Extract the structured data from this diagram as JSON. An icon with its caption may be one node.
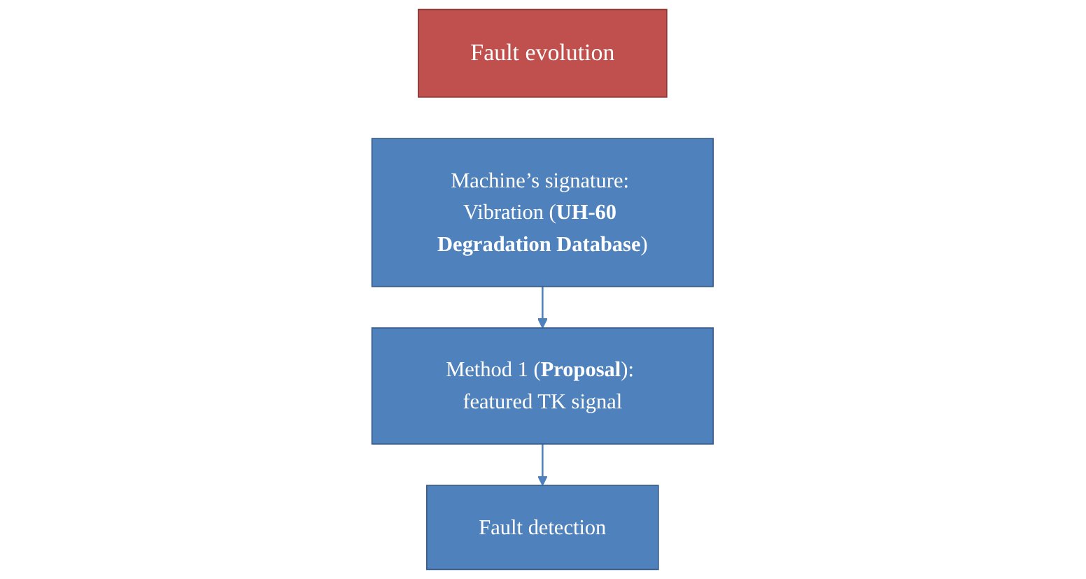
{
  "diagram": {
    "nodes": [
      {
        "text": [
          "Fault evolution"
        ]
      },
      {
        "text": [
          "Machine’s signature: Vibration (**UH-60 Degradation Database**)"
        ]
      },
      {
        "text": [
          "Method 1 (**Proposal**): featured TK signal"
        ]
      },
      {
        "text": [
          "Fault detection"
        ]
      }
    ],
    "edges": [
      {
        "from": 1,
        "to": 2,
        "arrow": "to"
      },
      {
        "from": 2,
        "to": 3,
        "arrow": "to"
      }
    ]
  }
}
